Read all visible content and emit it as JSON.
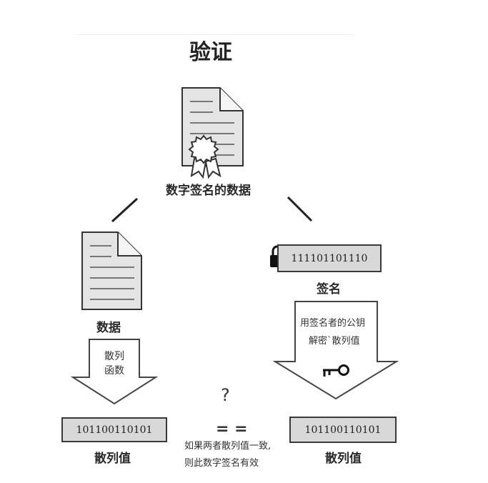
{
  "title": "验证",
  "signed_data_label": "数字签名的数据",
  "data_label": "数据",
  "hash_function_label_line1": "散列",
  "hash_function_label_line2": "函数",
  "left_hash_value": "101100110101",
  "left_hash_label": "散列值",
  "signature_bits": "111101101110",
  "signature_label": "签名",
  "decrypt_label_line1": "用签名者的公钥",
  "decrypt_label_line2": "解密`散列值",
  "right_hash_value": "101100110101",
  "right_hash_label": "散列值",
  "question_mark": "?",
  "equals": "= =",
  "conclusion_line1": "如果两者散列值一致,",
  "conclusion_line2": "则此数字签名有效"
}
